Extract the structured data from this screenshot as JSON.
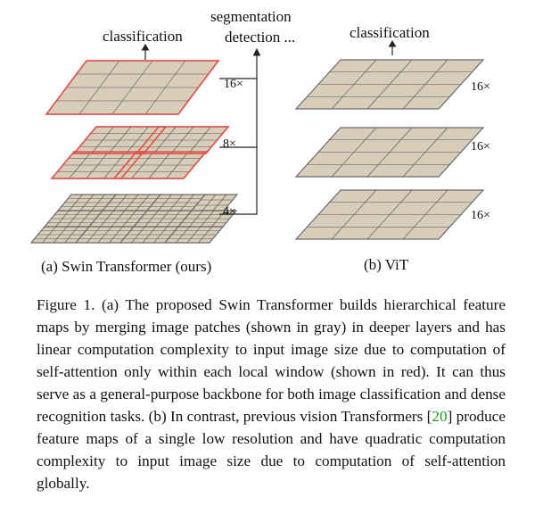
{
  "figure": {
    "swin": {
      "top_label": "classification",
      "seg_label": "segmentation",
      "det_label": "detection ...",
      "scales": [
        "16×",
        "8×",
        "4×"
      ],
      "subcaption": "(a) Swin Transformer (ours)"
    },
    "vit": {
      "top_label": "classification",
      "scales": [
        "16×",
        "16×",
        "16×"
      ],
      "subcaption": "(b) ViT"
    },
    "colors": {
      "patch_fill": "#d8cdb8",
      "grid_line": "#555555",
      "window_line": "#e0504a",
      "plate_edge": "#6a6a6a"
    }
  },
  "caption": {
    "part1": "Figure 1. (a) The proposed Swin Transformer builds hierarchical feature maps by merging image patches (shown in gray) in deeper layers and has linear computation complexity to input image size due to computation of self-attention only within each local window (shown in red). It can thus serve as a general-purpose backbone for both image classification and dense recognition tasks. (b) In contrast, previous vision Transformers [",
    "ref": "20",
    "part2": "] produce feature maps of a single low resolution and have quadratic computation complexity to input image size due to computation of self-attention globally."
  }
}
